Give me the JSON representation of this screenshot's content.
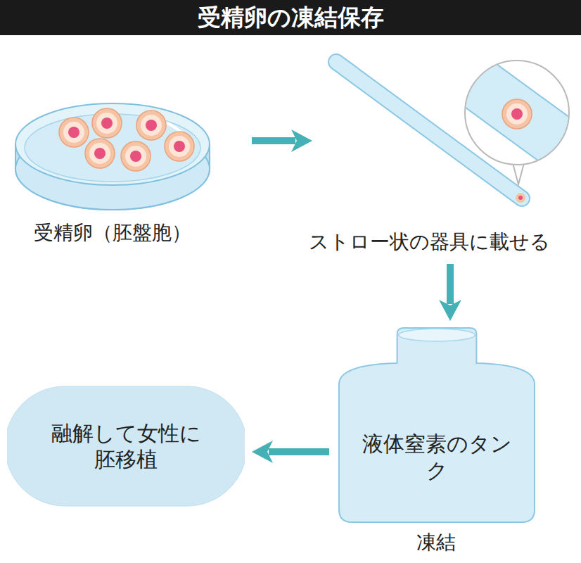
{
  "diagram": {
    "title": "受精卵の凍結保存",
    "nodes": [
      {
        "text": [
          "液体窒素のタンク"
        ]
      },
      {
        "text": [
          "融解して女性に胚移植"
        ]
      }
    ],
    "edges": [
      {
        "from": 0,
        "to": 1,
        "arrow": "to"
      }
    ],
    "labels": [
      "受精卵（胚盤胞）",
      "ストロー状の器具に載せる",
      "凍結"
    ]
  }
}
